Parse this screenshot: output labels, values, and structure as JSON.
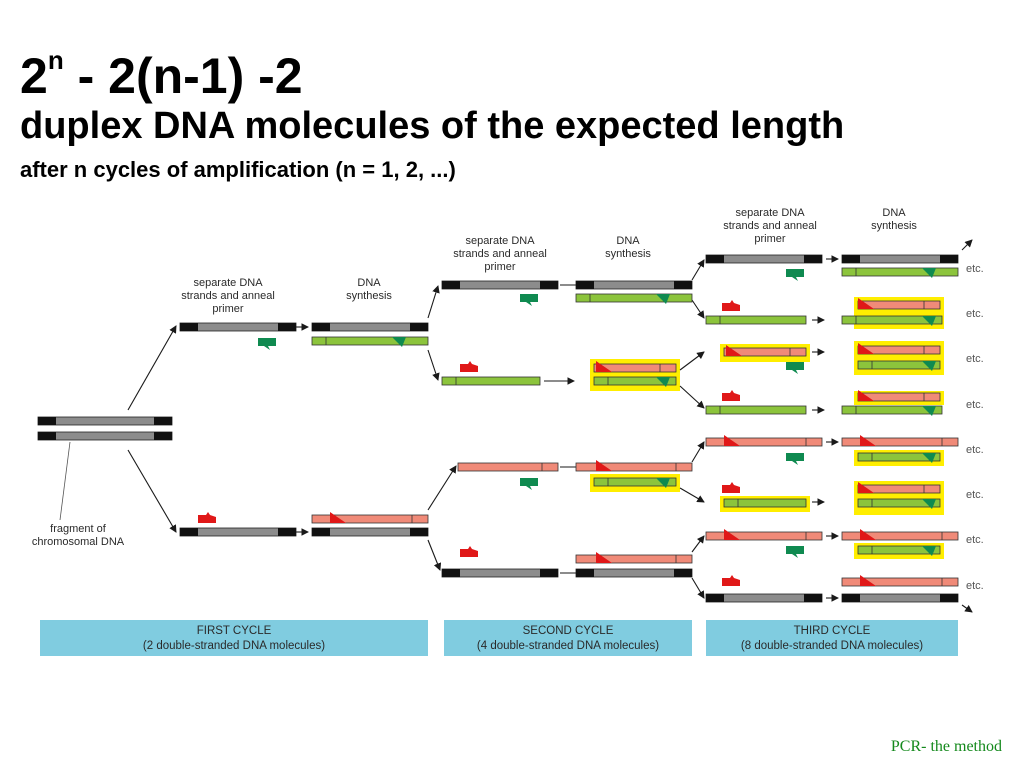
{
  "heading": {
    "formula_base": "2",
    "formula_exp": "n",
    "formula_rest": " - 2(n-1) -2",
    "subtitle": "duplex DNA molecules of the expected length",
    "subsubtitle": "after n cycles of amplification (n = 1, 2, ...)"
  },
  "diagram": {
    "step_labels": {
      "separate": [
        "separate DNA",
        "strands and anneal",
        "primer"
      ],
      "synthesis": [
        "DNA",
        "synthesis"
      ]
    },
    "fragment_label": [
      "fragment of",
      "chromosomal DNA"
    ],
    "etc_label": "etc.",
    "cycles": [
      {
        "line1": "FIRST CYCLE",
        "line2": "(2 double-stranded DNA molecules)"
      },
      {
        "line1": "SECOND CYCLE",
        "line2": "(4 double-stranded DNA molecules)"
      },
      {
        "line1": "THIRD CYCLE",
        "line2": "(8 double-stranded DNA molecules)"
      }
    ],
    "colors": {
      "template": "#8c8c8c",
      "template_end": "#111111",
      "new_green": "#8cc43c",
      "new_salmon": "#f08a78",
      "primer_green": "#0f8a50",
      "primer_red": "#e01818",
      "highlight": "#ffee00",
      "cycle_box": "#80cce0"
    }
  },
  "footer": {
    "text": "PCR- the method"
  }
}
